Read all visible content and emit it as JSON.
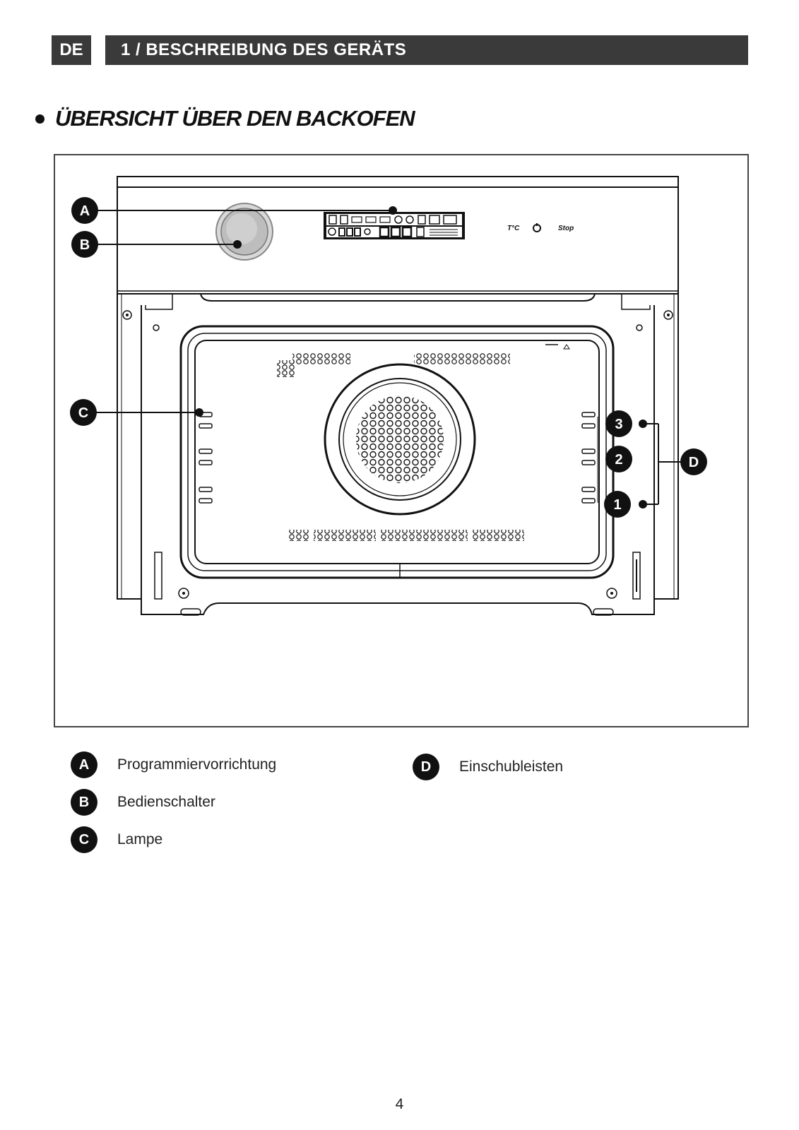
{
  "header": {
    "language": "DE",
    "chapter": "1 / BESCHREIBUNG DES GERÄTS"
  },
  "section_title": "ÜBERSICHT ÜBER DEN BACKOFEN",
  "diagram": {
    "callouts": {
      "A": "A",
      "B": "B",
      "C": "C",
      "D": "D"
    },
    "shelf_levels": [
      "3",
      "2",
      "1"
    ],
    "panel_buttons": {
      "temp": "T°C",
      "stop": "Stop"
    }
  },
  "legend": [
    {
      "key": "A",
      "label": "Programmiervorrichtung"
    },
    {
      "key": "B",
      "label": "Bedienschalter"
    },
    {
      "key": "C",
      "label": "Lampe"
    },
    {
      "key": "D",
      "label": "Einschubleisten"
    }
  ],
  "page_number": "4"
}
